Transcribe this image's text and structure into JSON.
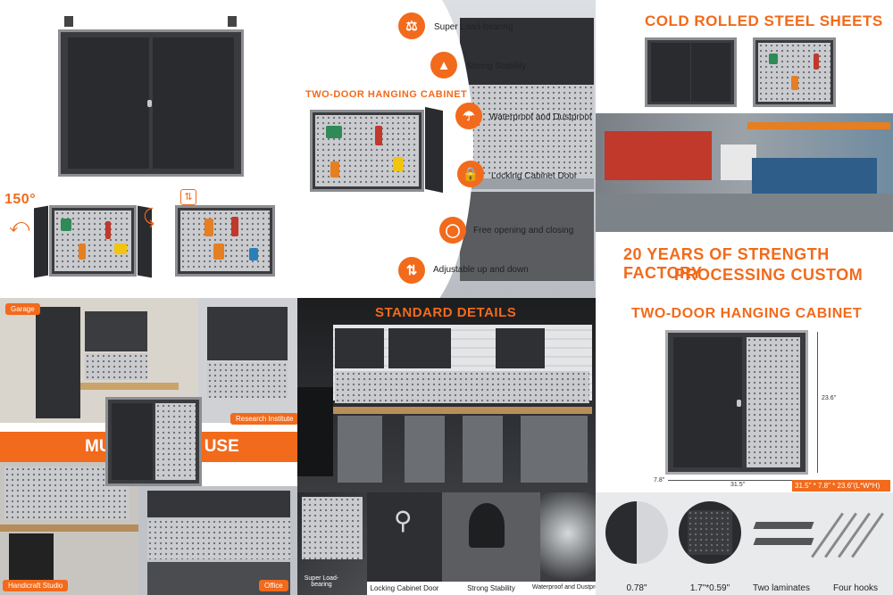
{
  "features": [
    {
      "label": "Super Load-bearing",
      "icon": "weight-icon"
    },
    {
      "label": "Strong Stability",
      "icon": "triangle-icon"
    },
    {
      "label": "Waterproof and Dustproof",
      "icon": "umbrella-icon"
    },
    {
      "label": "Locking Cabinet Door",
      "icon": "lock-icon"
    },
    {
      "label": "Free opening and closing",
      "icon": "toggle-icon"
    },
    {
      "label": "Adjustable up and down",
      "icon": "arrows-icon"
    }
  ],
  "angle_label": "150°",
  "headings": {
    "two_door_small": "TWO-DOOR HANGING CABINET",
    "cold_rolled": "COLD ROLLED STEEL SHEETS",
    "years_line1": "20 YEARS OF STRENGTH FACTORY",
    "years_line2": "PROCESSING CUSTOM",
    "two_door_large": "TWO-DOOR HANGING CABINET",
    "multi_scene": "MULTI-SCENE USE",
    "standard_details": "STANDARD DETAILS"
  },
  "scene_tags": [
    "Garage",
    "Research Institute",
    "Handicraft Studio",
    "Office"
  ],
  "dimensions": {
    "height": "23.6\"",
    "depth": "7.8\"",
    "width": "31.5\"",
    "summary": "31.5\" * 7.8\" * 23.6\"(L*W*H)"
  },
  "details_strip": [
    "Super Load-bearing",
    "Locking Cabinet Door",
    "Strong Stability",
    "Waterproof and Dustproof",
    "0.78\"",
    "1.7\"*0.59\"",
    "Two laminates",
    "Four hooks"
  ],
  "colors": {
    "accent": "#f26a1b",
    "cabinet": "#2a2b2e",
    "frame": "#8c8e92"
  }
}
